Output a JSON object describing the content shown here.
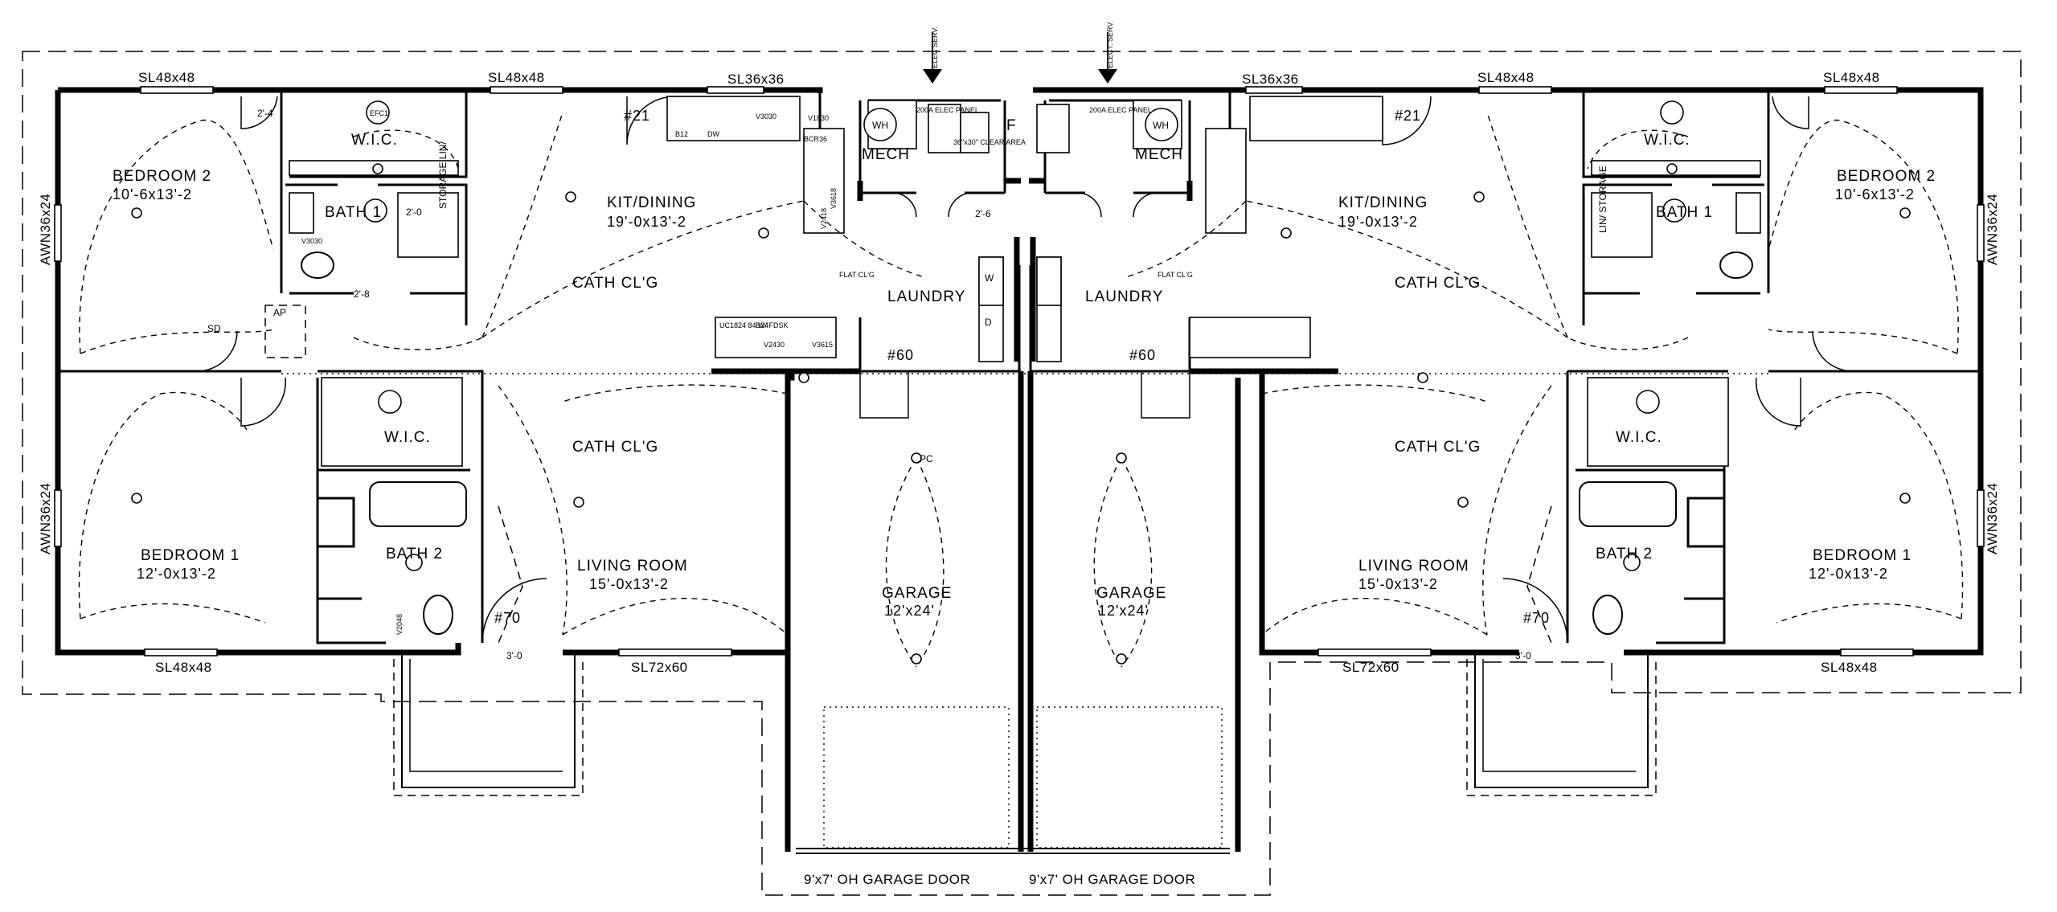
{
  "units": {
    "left": {
      "rooms": {
        "bedroom2": {
          "name": "BEDROOM 2",
          "dims": "10'-6x13'-2"
        },
        "bedroom1": {
          "name": "BEDROOM 1",
          "dims": "12'-0x13'-2"
        },
        "kitchen": {
          "name": "KIT/DINING",
          "dims": "19'-0x13'-2"
        },
        "living": {
          "name": "LIVING ROOM",
          "dims": "15'-0x13'-2"
        },
        "garage": {
          "name": "GARAGE",
          "dims": "12'x24'"
        },
        "laundry": {
          "name": "LAUNDRY"
        },
        "mech": {
          "name": "MECH"
        },
        "wic_top": {
          "name": "W.I.C."
        },
        "wic_bottom": {
          "name": "W.I.C."
        },
        "bath1": {
          "name": "BATH 1"
        },
        "bath2": {
          "name": "BATH 2"
        },
        "storage": {
          "name": "STORAGE LIN/"
        }
      },
      "windows": {
        "top_left": "SL48x48",
        "top_mid": "SL48x48",
        "kitchen": "SL36x36",
        "bottom_bed": "SL48x48",
        "living": "SL72x60",
        "side_top": "AWN36x24",
        "side_bottom": "AWN36x24"
      },
      "doors": {
        "back": "#21",
        "front": "#70",
        "garage": "#60"
      },
      "ceilings": {
        "cath_top": "CATH CL'G",
        "cath_mid": "CATH CL'G",
        "flat": "FLAT CL'G"
      },
      "elec": {
        "serv_arrow": "ELEC SERV.",
        "panel": "200A ELEC PANEL",
        "wh": "WH"
      },
      "porch_dim": "3'-0"
    },
    "right": {
      "rooms": {
        "bedroom2": {
          "name": "BEDROOM 2",
          "dims": "10'-6x13'-2"
        },
        "bedroom1": {
          "name": "BEDROOM 1",
          "dims": "12'-0x13'-2"
        },
        "kitchen": {
          "name": "KIT/DINING",
          "dims": "19'-0x13'-2"
        },
        "living": {
          "name": "LIVING ROOM",
          "dims": "15'-0x13'-2"
        },
        "garage": {
          "name": "GARAGE",
          "dims": "12'x24'"
        },
        "laundry": {
          "name": "LAUNDRY"
        },
        "mech": {
          "name": "MECH"
        },
        "wic_top": {
          "name": "W.I.C."
        },
        "wic_bottom": {
          "name": "W.I.C."
        },
        "bath1": {
          "name": "BATH 1"
        },
        "bath2": {
          "name": "BATH 2"
        },
        "storage": {
          "name": "LIN/ STORAGE"
        }
      },
      "windows": {
        "top_left": "SL48x48",
        "top_mid": "SL48x48",
        "kitchen": "SL36x36",
        "bottom_bed": "SL48x48",
        "living": "SL72x60",
        "side_top": "AWN36x24",
        "side_bottom": "AWN36x24"
      },
      "doors": {
        "back": "#21",
        "front": "#70",
        "garage": "#60"
      },
      "ceilings": {
        "cath_top": "CATH CL'G",
        "cath_mid": "CATH CL'G",
        "flat": "FLAT CL'G"
      },
      "elec": {
        "serv_arrow": "ELECT. SERV.",
        "panel": "200A ELEC PANEL",
        "wh": "WH"
      },
      "porch_dim": "3'-0"
    }
  },
  "garage_doors": {
    "left": "9'x7' OH GARAGE DOOR",
    "right": "9'x7' OH GARAGE DOOR"
  },
  "fixtures": {
    "dw": "DW",
    "v3030": "V3030",
    "v1830": "V1830",
    "b12": "B12",
    "bcr36": "BCR36",
    "v3618": "V3618",
    "v2418": "V2418",
    "uc1824": "UC1824 84 W/ FDSK",
    "v2430": "V2430",
    "v3615": "V3615",
    "b24": "B24",
    "v2048": "V2048",
    "v3030b": "V3030",
    "efc": "EFC1",
    "sd": "SD",
    "ap": "AP",
    "pc": "PC",
    "clear_area": "36\"x30\" CLEAR AREA",
    "d": "D",
    "w": "W",
    "f": "F"
  },
  "dims": {
    "d2_8": "2'-8",
    "d2_4": "2'-4",
    "d2_0": "2'-0",
    "d2_6": "2'-6"
  }
}
